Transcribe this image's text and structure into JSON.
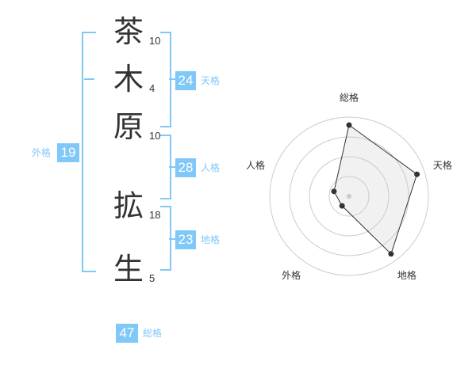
{
  "name_chars": [
    {
      "char": "茶",
      "strokes": "10"
    },
    {
      "char": "木",
      "strokes": "4"
    },
    {
      "char": "原",
      "strokes": "10"
    },
    {
      "char": "拡",
      "strokes": "18"
    },
    {
      "char": "生",
      "strokes": "5"
    }
  ],
  "fortune": {
    "tenkaku": {
      "value": "24",
      "label": "天格"
    },
    "jinkaku": {
      "value": "28",
      "label": "人格"
    },
    "chikaku": {
      "value": "23",
      "label": "地格"
    },
    "gaikaku": {
      "value": "19",
      "label": "外格"
    },
    "soukaku": {
      "value": "47",
      "label": "総格"
    }
  },
  "colors": {
    "accent": "#7fc8f8",
    "text": "#333333"
  },
  "chart_data": {
    "type": "radar",
    "axes": [
      "総格",
      "天格",
      "地格",
      "外格",
      "人格"
    ],
    "values": [
      0.9,
      0.9,
      0.9,
      0.15,
      0.2
    ],
    "rings": 4
  }
}
